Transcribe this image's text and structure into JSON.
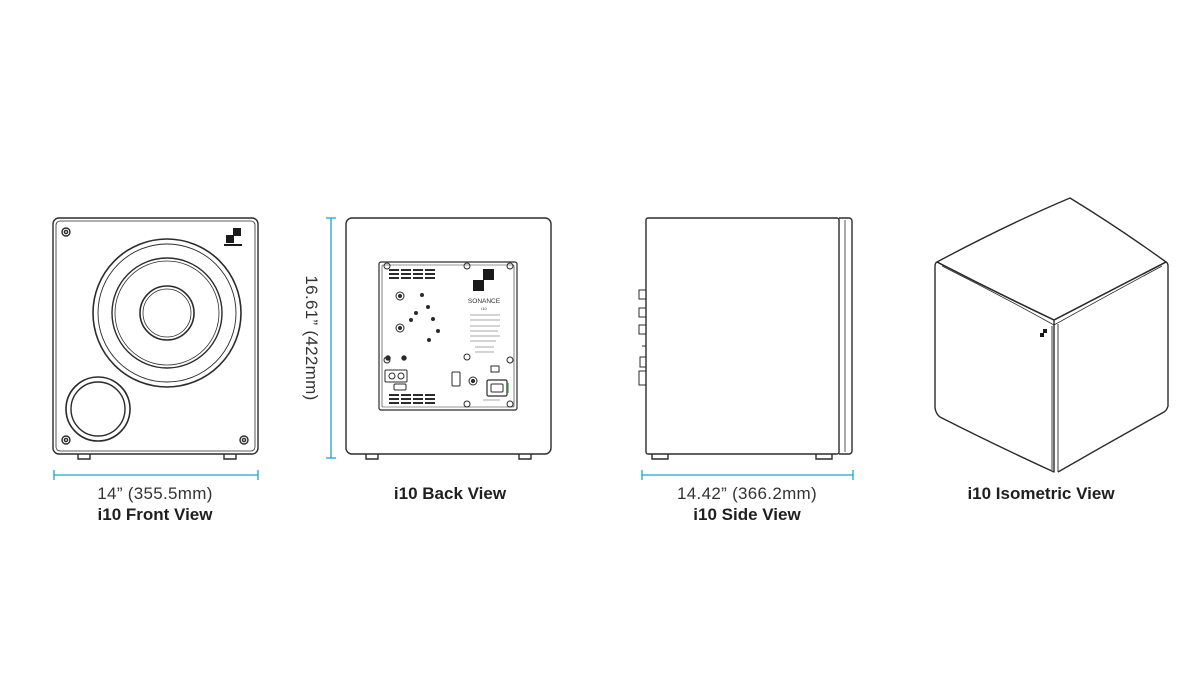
{
  "colors": {
    "line": "#2b2b2b",
    "accent": "#1aa3d8",
    "logo": "#1a1a1a"
  },
  "views": {
    "front": {
      "dimension": "14” (355.5mm)",
      "title": "i10 Front View"
    },
    "back": {
      "height_dimension": "16.61” (422mm)",
      "title": "i10 Back View",
      "brand": "SONANCE",
      "model": "i10"
    },
    "side": {
      "dimension": "14.42” (366.2mm)",
      "title": "i10 Side View"
    },
    "iso": {
      "title": "i10 Isometric View"
    }
  }
}
